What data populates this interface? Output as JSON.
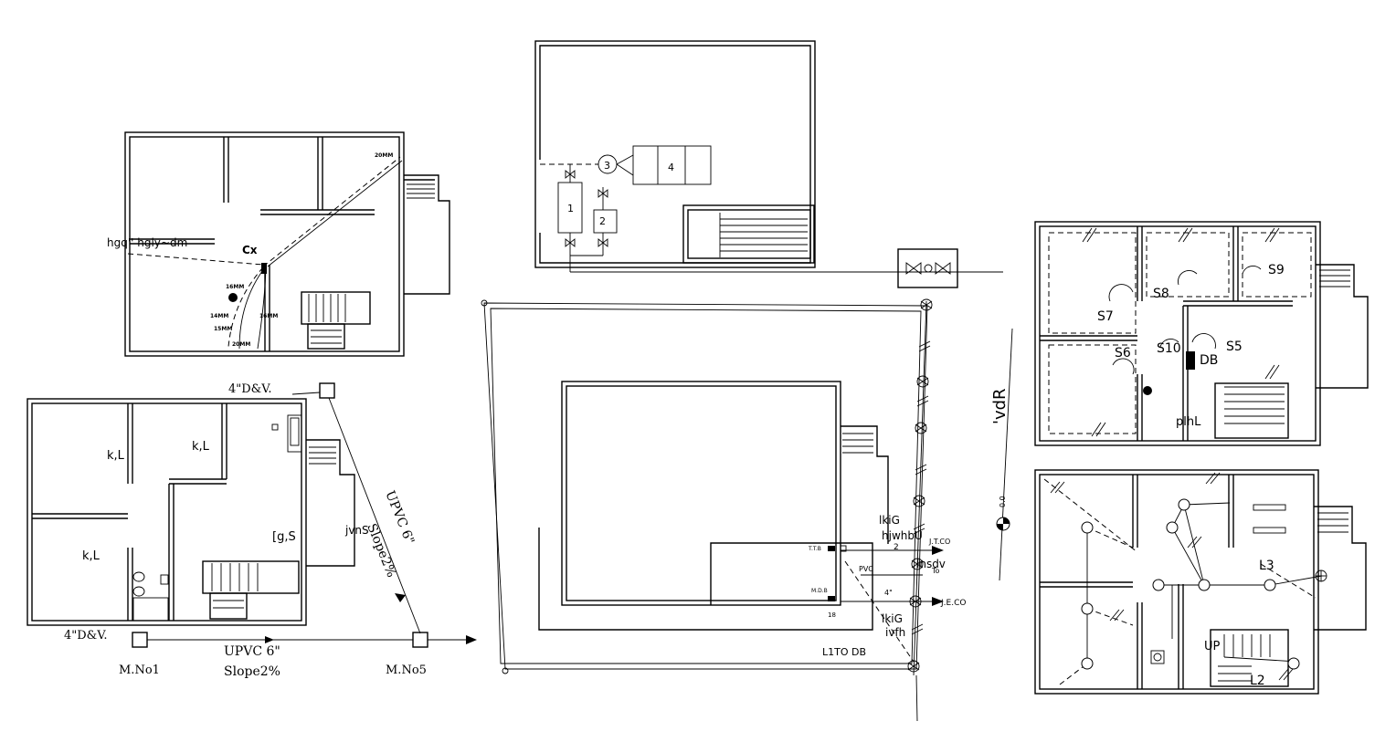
{
  "plan_sewer": {
    "dv_top": "4\"D&V.",
    "dv_bottom": "4\"D&V.",
    "room1": "k,L",
    "room2": "k,L",
    "room3": "k,L",
    "room4": "[g,S",
    "room5": "jvnS",
    "pipe_diag_1": "UPVC 6\"",
    "pipe_diag_2": "Slope2%",
    "pipe_bottom_1": "UPVC 6\"",
    "pipe_bottom_2": "Slope2%",
    "manhole1": "M.No1",
    "manhole5": "M.No5"
  },
  "plan_gas": {
    "label_left": "hgq''  hgly~dm",
    "label_cx": "Cx",
    "size_a": "20MM",
    "size_b": "16MM",
    "size_c": "14MM",
    "size_d": "16MM",
    "size_e": "15MM",
    "size_f": "20MM"
  },
  "plan_pump": {
    "equip1": "1",
    "equip2": "2",
    "equip3": "3",
    "equip4": "4"
  },
  "site": {
    "ttb": "T.T.B",
    "mdb": "M.D.B",
    "pvc": "PVC",
    "four_inch": "4\"",
    "jtco": "J.T.CO",
    "jeco": "J.E.CO",
    "label_a1": "lkiG",
    "label_a2": "hjwhbU",
    "label_b1": "lnsdv",
    "label_b2": "To",
    "label_c1": "lkiG",
    "label_c2": "ivfh",
    "l1_db": "L1TO DB",
    "vdr": "'vdR",
    "level": "0.0",
    "num_2": "2",
    "num_18": "18"
  },
  "plan_switch": {
    "s5": "S5",
    "s6": "S6",
    "s7": "S7",
    "s8": "S8",
    "s9": "S9",
    "s10": "S10",
    "db": "DB",
    "plhl": "plhL"
  },
  "plan_light": {
    "l2": "L2",
    "l3": "L3",
    "up": "UP"
  }
}
